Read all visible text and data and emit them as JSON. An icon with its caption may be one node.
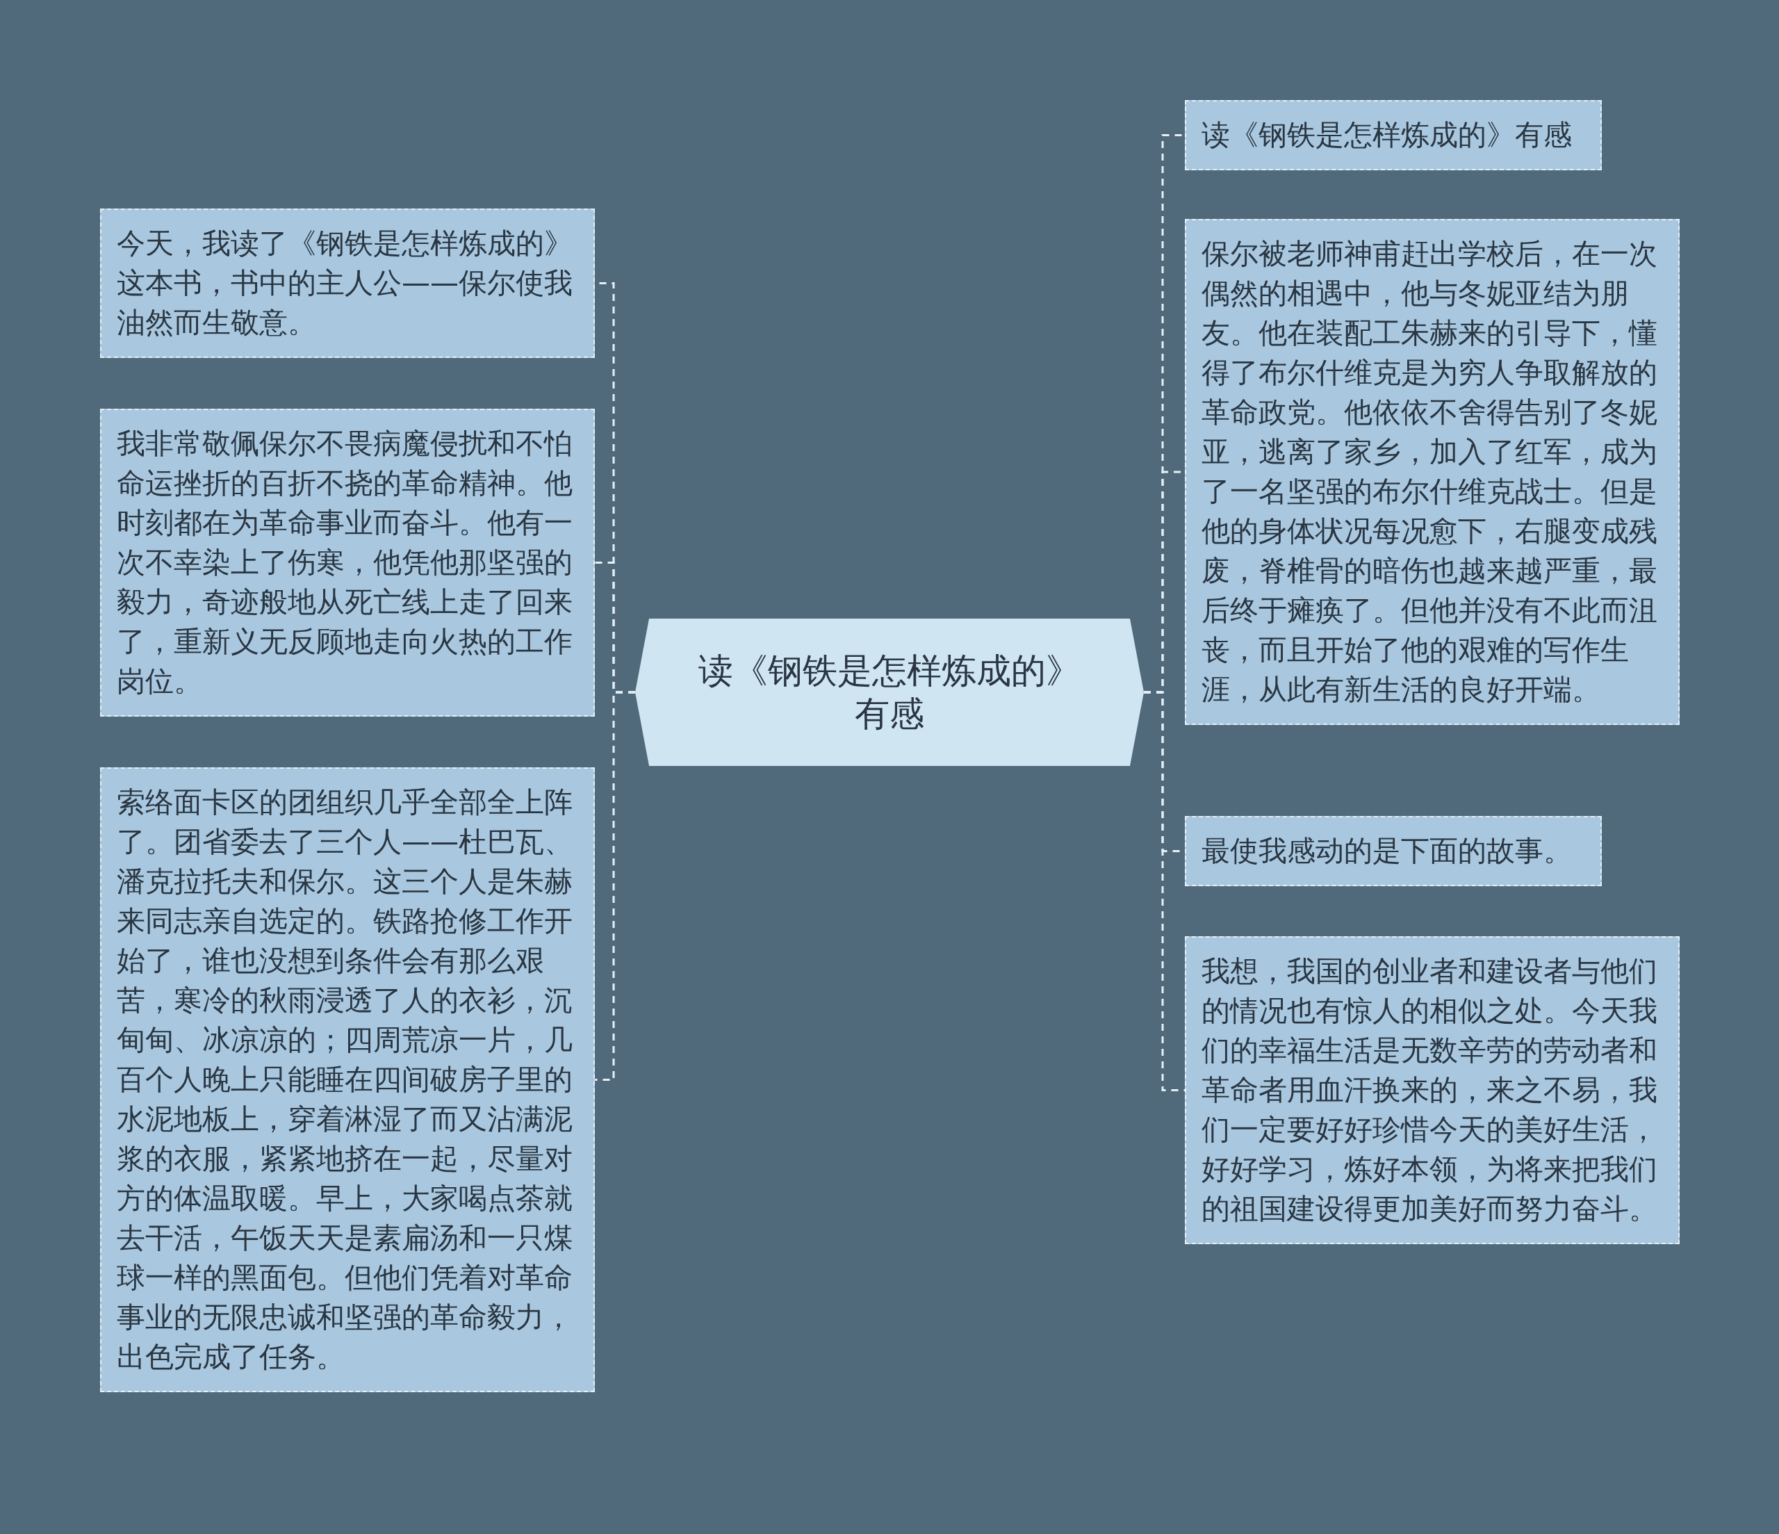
{
  "diagram": {
    "nodes": [
      {
        "text": [
          "读《钢铁是怎样炼成的》有感"
        ]
      },
      {
        "text": [
          "今天，我读了《钢铁是怎样炼成的》这本书，书中的主人公——保尔使我油然而生敬意。"
        ]
      },
      {
        "text": [
          "我非常敬佩保尔不畏病魔侵扰和不怕命运挫折的百折不挠的革命精神。他时刻都在为革命事业而奋斗。他有一次不幸染上了伤寒，他凭他那坚强的毅力，奇迹般地从死亡线上走了回来了，重新义无反顾地走向火热的工作岗位。"
        ]
      },
      {
        "text": [
          "索络面卡区的团组织几乎全部全上阵了。团省委去了三个人——杜巴瓦、潘克拉托夫和保尔。这三个人是朱赫来同志亲自选定的。铁路抢修工作开始了，谁也没想到条件会有那么艰苦，寒冷的秋雨浸透了人的衣衫，沉甸甸、冰凉凉的；四周荒凉一片，几百个人晚上只能睡在四间破房子里的水泥地板上，穿着淋湿了而又沾满泥浆的衣服，紧紧地挤在一起，尽量对方的体温取暖。早上，大家喝点茶就去干活，午饭天天是素扁汤和一只煤球一样的黑面包。但他们凭着对革命事业的无限忠诚和坚强的革命毅力，出色完成了任务。"
        ]
      },
      {
        "text": [
          "读《钢铁是怎样炼成的》有感"
        ]
      },
      {
        "text": [
          "保尔被老师神甫赶出学校后，在一次偶然的相遇中，他与冬妮亚结为朋友。他在装配工朱赫来的引导下，懂得了布尔什维克是为穷人争取解放的革命政党。他依依不舍得告别了冬妮亚，逃离了家乡，加入了红军，成为了一名坚强的布尔什维克战士。但是他的身体状况每况愈下，右腿变成残废，脊椎骨的暗伤也越来越严重，最后终于瘫痪了。但他并没有不此而沮丧，而且开始了他的艰难的写作生涯，从此有新生活的良好开端。"
        ]
      },
      {
        "text": [
          "最使我感动的是下面的故事。"
        ]
      },
      {
        "text": [
          "我想，我国的创业者和建设者与他们的情况也有惊人的相似之处。今天我们的幸福生活是无数辛劳的劳动者和革命者用血汗换来的，来之不易，我们一定要好好珍惜今天的美好生活，好好学习，炼好本领，为将来把我们的祖国建设得更加美好而努力奋斗。"
        ]
      }
    ],
    "edges": [
      {
        "from": 0,
        "to": 1,
        "arrow": "none",
        "style": "dashed"
      },
      {
        "from": 0,
        "to": 2,
        "arrow": "none",
        "style": "dashed"
      },
      {
        "from": 0,
        "to": 3,
        "arrow": "none",
        "style": "dashed"
      },
      {
        "from": 0,
        "to": 4,
        "arrow": "none",
        "style": "dashed"
      },
      {
        "from": 0,
        "to": 5,
        "arrow": "none",
        "style": "dashed"
      },
      {
        "from": 0,
        "to": 6,
        "arrow": "none",
        "style": "dashed"
      },
      {
        "from": 0,
        "to": 7,
        "arrow": "none",
        "style": "dashed"
      }
    ]
  }
}
